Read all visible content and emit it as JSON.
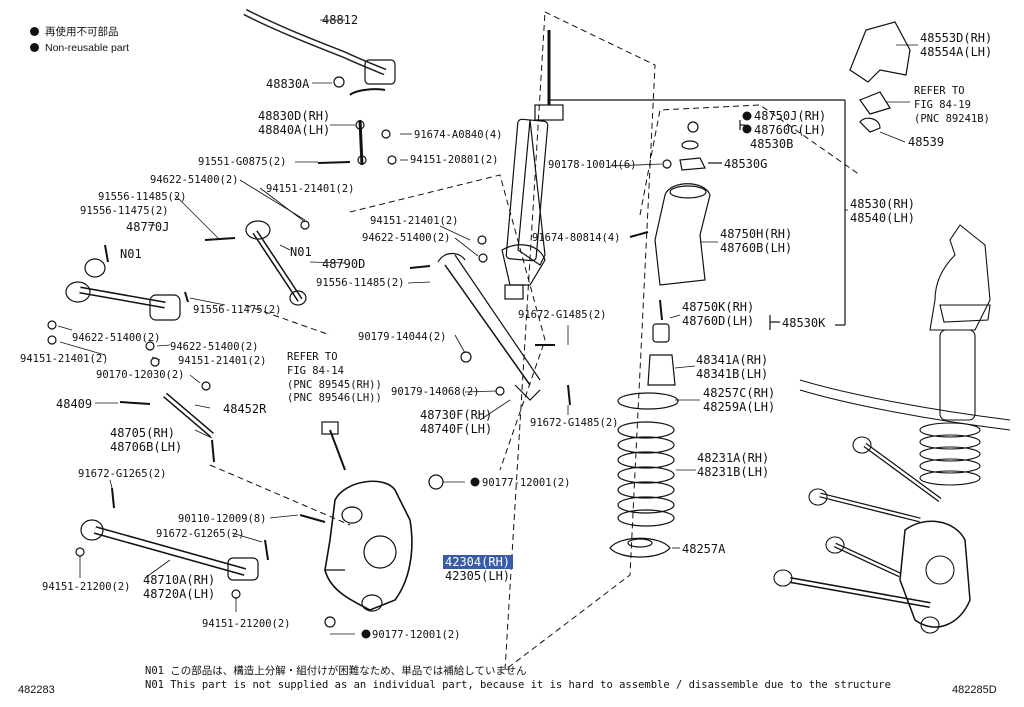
{
  "legend": {
    "items": [
      {
        "icon": "bullet",
        "label": "再使用不可部品"
      },
      {
        "icon": "bullet",
        "label": "Non-reusable part"
      }
    ]
  },
  "labels": {
    "l48812": "48812",
    "l48830A": "48830A",
    "l48830D": "48830D(RH)",
    "l48840A": "48840A(LH)",
    "l91674a": "91674-A0840(4)",
    "l91551": "91551-G0875(2)",
    "l94151_20801": "94151-20801(2)",
    "l94622a": "94622-51400(2)",
    "l94151_21401a": "94151-21401(2)",
    "l91556_11485a": "91556-11485(2)",
    "l91556_11475a": "91556-11475(2)",
    "l48770J": "48770J",
    "lN01a": "N01",
    "lN01b": "N01",
    "l48790D": "48790D",
    "l91556_11475b": "91556-11475(2)",
    "l94622b": "94622-51400(2)",
    "l94151_21401b": "94151-21401(2)",
    "l94622c": "94622-51400(2)",
    "l94151_21401c": "94151-21401(2)",
    "l90170": "90170-12030(2)",
    "l48409": "48409",
    "l48452R": "48452R",
    "l48705": "48705(RH)",
    "l48706": "48706B(LH)",
    "l91672_g1265a": "91672-G1265(2)",
    "l90110": "90110-12009(8)",
    "l91672_g1265b": "91672-G1265(2)",
    "l94151_21200a": "94151-21200(2)",
    "l48710A": "48710A(RH)",
    "l48720A": "48720A(LH)",
    "l94151_21200b": "94151-21200(2)",
    "refer1_1": "REFER TO",
    "refer1_2": "FIG 84-14",
    "refer1_3": "(PNC 89545(RH))",
    "refer1_4": "(PNC 89546(LH))",
    "l94151_21401d": "94151-21401(2)",
    "l94622d": "94622-51400(2)",
    "l91556_11485b": "91556-11485(2)",
    "l90179_14044": "90179-14044(2)",
    "l90179_14068": "90179-14068(2)",
    "l48730F": "48730F(RH)",
    "l48740F": "48740F(LH)",
    "l91672_g1485a": "91672-G1485(2)",
    "l91672_g1485b": "91672-G1485(2)",
    "l90177a": "90177-12001(2)",
    "l42304": "42304(RH)",
    "l42305": "42305(LH)",
    "l90177b": "90177-12001(2)",
    "l91674_80814": "91674-80814(4)",
    "l90178": "90178-10014(6)",
    "l48750J": "48750J(RH)",
    "l48760C": "48760C(LH)",
    "l48530B": "48530B",
    "l48530G": "48530G",
    "l48553D": "48553D(RH)",
    "l48554A": "48554A(LH)",
    "refer2_1": "REFER TO",
    "refer2_2": "FIG 84-19",
    "refer2_3": "(PNC 89241B)",
    "l48539": "48539",
    "l48530": "48530(RH)",
    "l48540": "48540(LH)",
    "l48750H": "48750H(RH)",
    "l48760B": "48760B(LH)",
    "l48750K": "48750K(RH)",
    "l48760D": "48760D(LH)",
    "l48530K": "48530K",
    "l48341A": "48341A(RH)",
    "l48341B": "48341B(LH)",
    "l48257C": "48257C(RH)",
    "l48259A": "48259A(LH)",
    "l48231A": "48231A(RH)",
    "l48231B": "48231B(LH)",
    "l48257A": "48257A"
  },
  "notes": {
    "line1": "N01 この部品は、構造上分解・組付けが困難なため、単品では補給していません",
    "line2": "N01 This part is not supplied as an individual part, because it is hard to assemble / disassemble due to the structure"
  },
  "codes": {
    "left": "482283",
    "right": "482285D"
  },
  "colors": {
    "ink": "#111111",
    "highlight": "#3a5ba7"
  }
}
